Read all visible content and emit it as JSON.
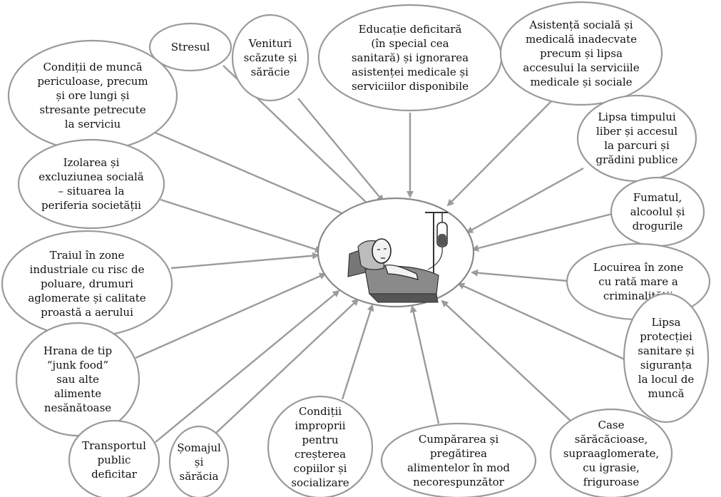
{
  "center": {
    "name": "patient-in-hospital-bed",
    "icon": "sick-patient-in-bed-with-iv-drip"
  },
  "nodes": [
    {
      "id": "stress",
      "lines": [
        "Stresul"
      ]
    },
    {
      "id": "low-income",
      "lines": [
        "Venituri",
        "scăzute și",
        "sărăcie"
      ]
    },
    {
      "id": "poor-education",
      "lines": [
        "Educație deficitară",
        "(în special cea",
        "sanitară) și ignorarea",
        "asistenței medicale și",
        "serviciilor disponibile"
      ]
    },
    {
      "id": "inadequate-care",
      "lines": [
        "Asistență socială și",
        "medicală inadecvate",
        "precum și lipsa",
        "accesului la serviciile",
        "medicale și sociale"
      ]
    },
    {
      "id": "dangerous-work",
      "lines": [
        "Condiții de muncă",
        "periculoase, precum",
        "și ore lungi și",
        "stresante petrecute",
        "la serviciu"
      ]
    },
    {
      "id": "no-free-time",
      "lines": [
        "Lipsa timpului",
        "liber și accesul",
        "la parcuri și",
        "grădini publice"
      ]
    },
    {
      "id": "social-isolation",
      "lines": [
        "Izolarea și",
        "excluziunea socială",
        "– situarea la",
        "periferia societății"
      ]
    },
    {
      "id": "smoking",
      "lines": [
        "Fumatul,",
        "alcoolul și",
        "drogurile"
      ]
    },
    {
      "id": "industrial-zones",
      "lines": [
        "Traiul în zone",
        "industriale cu risc de",
        "poluare, drumuri",
        "aglomerate și calitate",
        "proastă a aerului"
      ]
    },
    {
      "id": "crime-areas",
      "lines": [
        "Locuirea în zone",
        "cu rată mare a",
        "criminalității"
      ]
    },
    {
      "id": "junk-food",
      "lines": [
        "Hrana de tip",
        "“junk food”",
        "sau alte",
        "alimente",
        "nesănătoase"
      ]
    },
    {
      "id": "workplace-safety",
      "lines": [
        "Lipsa",
        "protecției",
        "sanitare și",
        "siguranța",
        "la locul de",
        "muncă"
      ]
    },
    {
      "id": "public-transport",
      "lines": [
        "Transportul",
        "public",
        "deficitar"
      ]
    },
    {
      "id": "unemployment",
      "lines": [
        "Șomajul",
        "și",
        "sărăcia"
      ]
    },
    {
      "id": "child-conditions",
      "lines": [
        "Condiții",
        "improprii",
        "pentru",
        "creșterea",
        "copiilor și",
        "socializare"
      ]
    },
    {
      "id": "food-purchase",
      "lines": [
        "Cumpărarea și",
        "pregătirea",
        "alimentelor în mod",
        "necorespunzător"
      ]
    },
    {
      "id": "poor-housing",
      "lines": [
        "Case",
        "sărăcăcioase,",
        "supraaglomerate,",
        "cu igrasie,",
        "friguroase"
      ]
    }
  ]
}
